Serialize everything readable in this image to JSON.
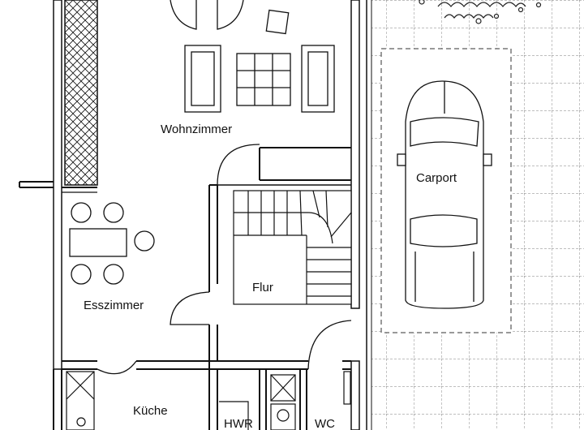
{
  "floor_plan": {
    "rooms": [
      {
        "id": "wohnzimmer",
        "label": "Wohnzimmer"
      },
      {
        "id": "carport",
        "label": "Carport"
      },
      {
        "id": "flur",
        "label": "Flur"
      },
      {
        "id": "esszimmer",
        "label": "Esszimmer"
      },
      {
        "id": "kueche",
        "label": "Küche"
      },
      {
        "id": "hwr",
        "label": "HWR"
      },
      {
        "id": "wc",
        "label": "WC"
      }
    ]
  }
}
